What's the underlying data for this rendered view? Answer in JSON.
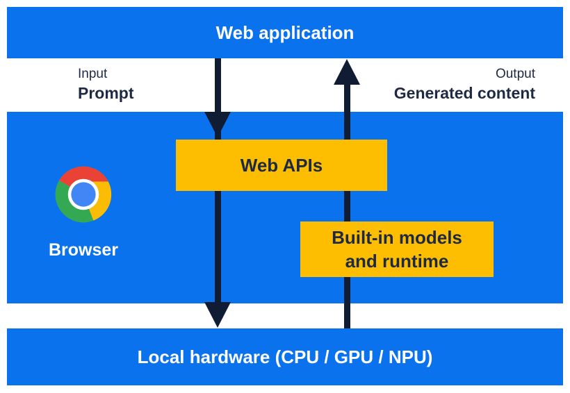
{
  "diagram": {
    "title_bar": {
      "label": "Web application"
    },
    "io": {
      "input_label": "Input",
      "input_value": "Prompt",
      "output_label": "Output",
      "output_value": "Generated content"
    },
    "browser": {
      "label": "Browser",
      "logo": "chrome-logo-icon"
    },
    "boxes": {
      "web_apis": {
        "label": "Web APIs"
      },
      "builtin_models": {
        "line1": "Built-in models",
        "line2": "and runtime"
      }
    },
    "hardware_bar": {
      "label": "Local hardware (CPU / GPU / NPU)"
    },
    "arrows": {
      "down_flow": "prompt-flow-down-arrow",
      "up_flow": "generated-content-flow-up-arrow"
    }
  },
  "colors": {
    "blue": "#0B72EE",
    "yellow": "#FDBD00",
    "dark_navy": "#1E2A44",
    "arrow": "#101C33",
    "white": "#FFFFFF",
    "chrome_red": "#EA4335",
    "chrome_yellow": "#FBBC05",
    "chrome_green": "#34A853",
    "chrome_blue": "#4285F4"
  }
}
